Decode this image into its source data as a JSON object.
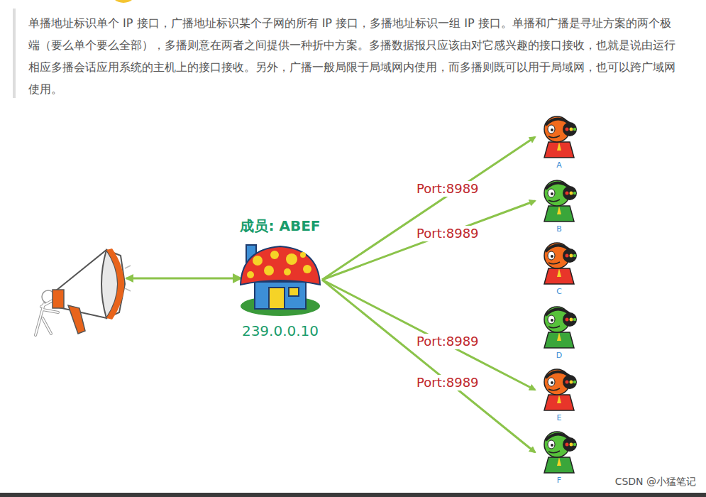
{
  "diagram": {
    "nodes": [
      {
        "text": [
          "成员: ABEF",
          "239.0.0.10"
        ]
      },
      {
        "text": [
          "A"
        ]
      },
      {
        "text": [
          "B"
        ]
      },
      {
        "text": [
          "C"
        ]
      },
      {
        "text": [
          "D"
        ]
      },
      {
        "text": [
          "E"
        ]
      },
      {
        "text": [
          "F"
        ]
      }
    ],
    "edges": [
      {
        "from": 0,
        "to": 1,
        "arrow": "to",
        "label": "Port:8989"
      },
      {
        "from": 0,
        "to": 2,
        "arrow": "to",
        "label": "Port:8989"
      },
      {
        "from": 0,
        "to": 5,
        "arrow": "to",
        "label": "Port:8989"
      },
      {
        "from": 0,
        "to": 6,
        "arrow": "to",
        "label": "Port:8989"
      }
    ],
    "labels": [
      "单播地址标识单个 IP 接口，广播地址标识某个子网的所有 IP 接口，多播地址标识一组 IP 接口。单播和广播是寻址方案的两个极端（要么单个要么全部），多播则意在两者之间提供一种折中方案。多播数据报只应该由对它感兴趣的接口接收，也就是说由运行相应多播会话应用系统的主机上的接口接收。另外，广播一般局限于局域网内使用，而多播则既可以用于局域网，也可以跨广域网使用。",
      "CSDN @小猛笔记"
    ]
  }
}
